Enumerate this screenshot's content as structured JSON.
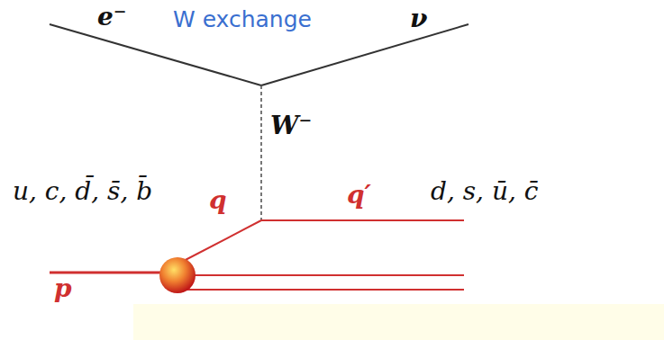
{
  "diagram": {
    "labels": [
      "e⁻",
      "W exchange",
      "ν",
      "W⁻",
      "u, c, d̄, s̄, b̄",
      "q",
      "q′",
      "d, s, ū, c̄",
      "p"
    ]
  }
}
